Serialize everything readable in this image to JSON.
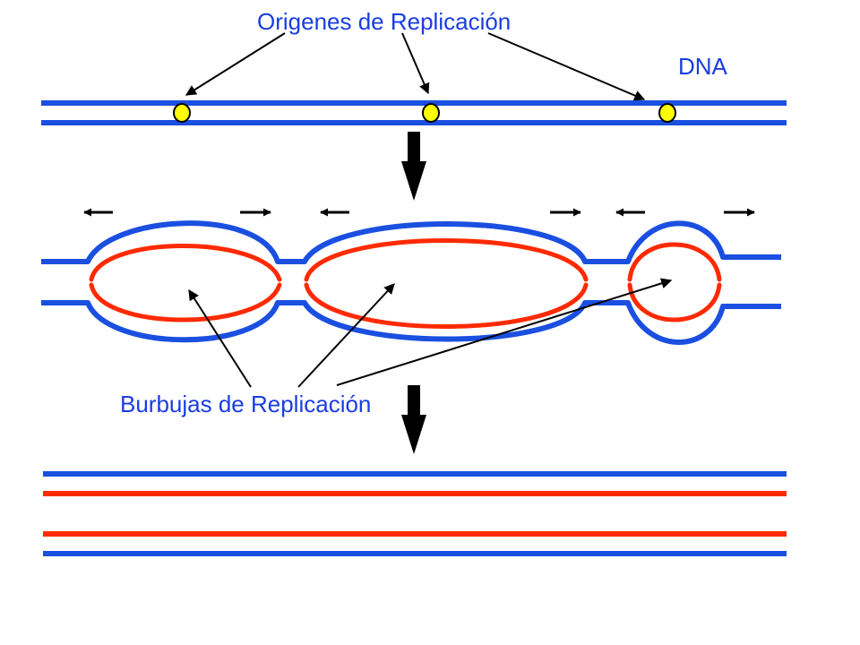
{
  "labels": {
    "origins": "Origenes de Replicación",
    "dna": "DNA",
    "bubbles": "Burbujas de Replicación"
  },
  "colors": {
    "parent_strand": "#1a4fe0",
    "new_strand": "#ff2a00",
    "label": "#1a3de0",
    "origin_fill": "#ffff00",
    "arrow": "#000000"
  }
}
